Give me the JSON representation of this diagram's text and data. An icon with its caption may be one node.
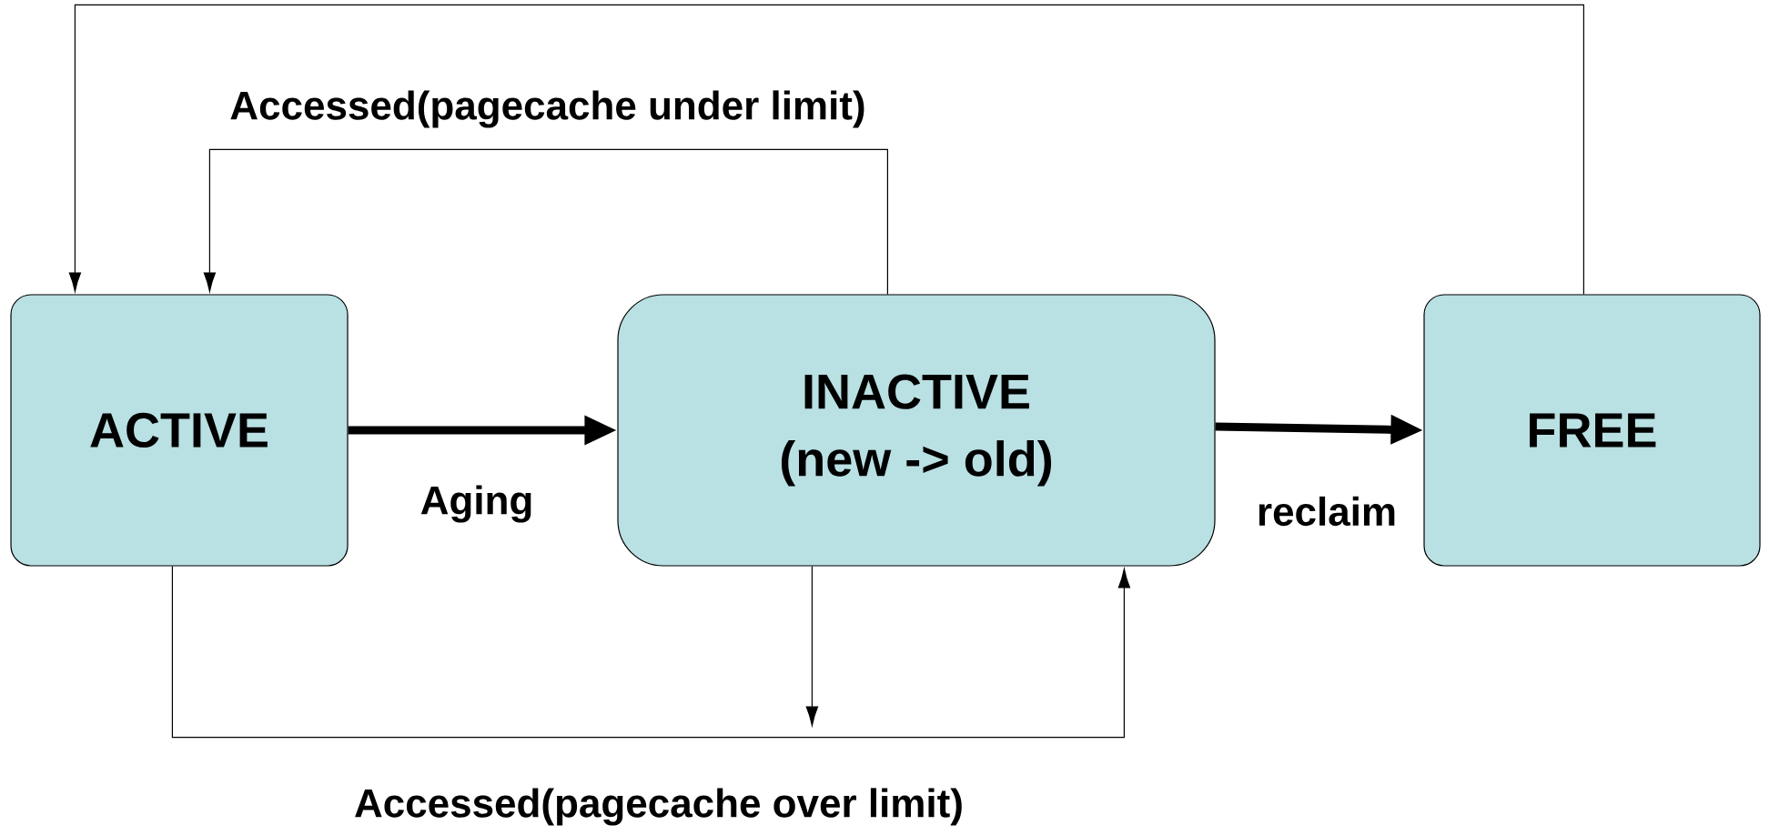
{
  "diagram": {
    "nodes": [
      {
        "text": [
          "ACTIVE"
        ]
      },
      {
        "text": [
          "INACTIVE",
          "(new -> old)"
        ]
      },
      {
        "text": [
          "FREE"
        ]
      }
    ],
    "edges": [
      {
        "from": 0,
        "to": 1,
        "arrow": "to",
        "label": "Aging",
        "style": "thick"
      },
      {
        "from": 1,
        "to": 2,
        "arrow": "to",
        "label": "reclaim",
        "style": "thick"
      },
      {
        "from": 1,
        "to": 0,
        "arrow": "to",
        "label": "Accessed(pagecache under limit)"
      },
      {
        "from": 2,
        "to": 0,
        "arrow": "to"
      },
      {
        "from": 0,
        "to": 1,
        "arrow": "to",
        "label": "Accessed(pagecache over limit)"
      },
      {
        "from": 1,
        "to": null,
        "arrow": "to"
      }
    ]
  }
}
